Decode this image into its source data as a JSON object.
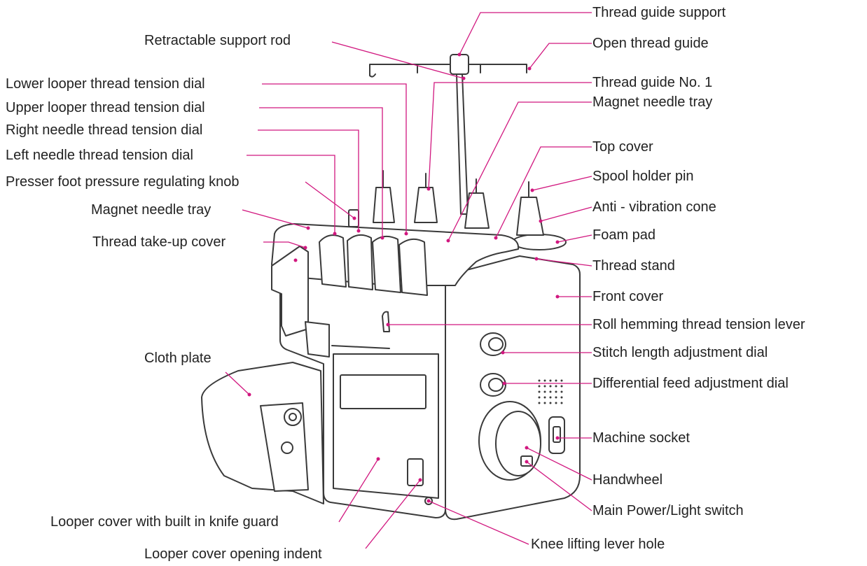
{
  "colors": {
    "leader": "#d1177f",
    "outline": "#3a3a3a",
    "fill": "#ffffff",
    "label_text": "#222222"
  },
  "labels": {
    "thread_guide_support": "Thread guide support",
    "open_thread_guide": "Open thread guide",
    "thread_guide_no1": "Thread guide No. 1",
    "magnet_needle_tray_top": "Magnet needle tray",
    "top_cover": "Top cover",
    "spool_holder_pin": "Spool holder pin",
    "anti_vibration_cone": "Anti - vibration cone",
    "foam_pad": "Foam pad",
    "thread_stand": "Thread stand",
    "front_cover": "Front cover",
    "roll_hemming_lever": "Roll hemming thread tension lever",
    "stitch_length_dial": "Stitch length adjustment dial",
    "differential_feed_dial": "Differential feed adjustment dial",
    "machine_socket": "Machine socket",
    "handwheel": "Handwheel",
    "main_power_switch": "Main Power/Light switch",
    "knee_lifting_lever_hole": "Knee lifting lever hole",
    "looper_cover_indent": "Looper cover opening indent",
    "looper_cover_knife_guard": "Looper cover with built in knife guard",
    "cloth_plate": "Cloth plate",
    "thread_takeup_cover": "Thread take-up cover",
    "magnet_needle_tray_left": "Magnet needle tray",
    "presser_foot_knob": "Presser foot pressure regulating knob",
    "left_needle_dial": "Left needle thread tension dial",
    "right_needle_dial": "Right needle thread tension dial",
    "upper_looper_dial": "Upper looper thread tension dial",
    "lower_looper_dial": "Lower looper thread tension dial",
    "retractable_rod": "Retractable support rod"
  }
}
